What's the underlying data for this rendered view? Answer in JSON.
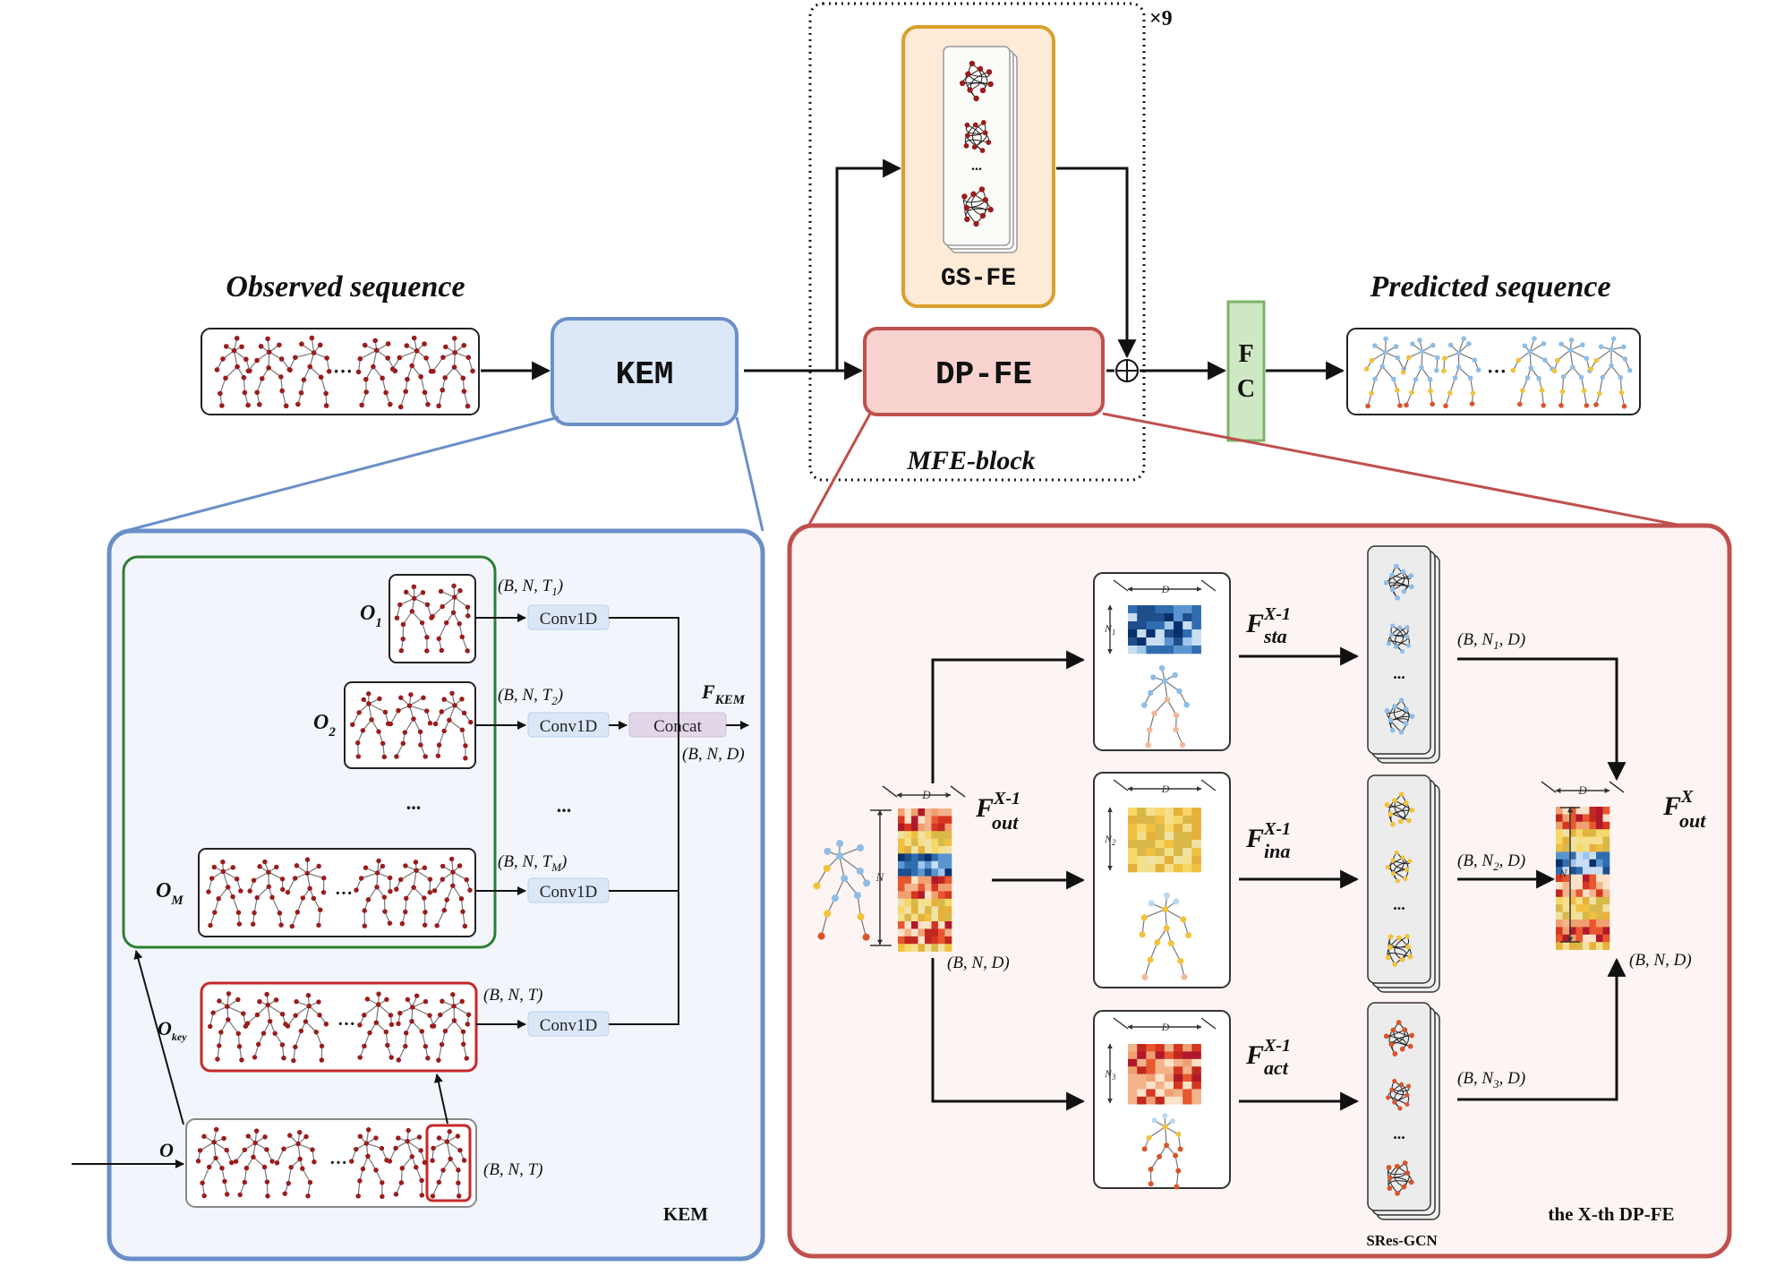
{
  "top": {
    "observed_title": "Observed sequence",
    "predicted_title": "Predicted sequence",
    "kem_label": "KEM",
    "dpfe_label": "DP-FE",
    "gsfe_label": "GS-FE",
    "fc_label_1": "F",
    "fc_label_2": "C",
    "mfe_label": "MFE-block",
    "repeat_label": "×9",
    "ellipsis": "···"
  },
  "kem": {
    "panel_label": "KEM",
    "o1": "O",
    "o1_sub": "1",
    "o2": "O",
    "o2_sub": "2",
    "om": "O",
    "om_sub": "M",
    "okey": "O",
    "okey_sub": "key",
    "o": "O",
    "shape_t1": "(B, N, T",
    "shape_t1_sub": "1",
    "shape_t2": "(B, N, T",
    "shape_t2_sub": "2",
    "shape_tm": "(B, N, T",
    "shape_tm_sub": "M",
    "shape_close": ")",
    "shape_t": "(B, N, T)",
    "shape_t_in": "(B, N, T)",
    "conv": "Conv1D",
    "concat": "Concat",
    "fkem": "F",
    "fkem_sub": "KEM",
    "fkem_shape": "(B, N, D)",
    "dots": "...",
    "ellipsis": "···"
  },
  "dpfe": {
    "panel_label": "the X-th DP-FE",
    "sres_label": "SRes-GCN",
    "F": "F",
    "sup_x1": "X-1",
    "sup_x": "X",
    "sub_out": "out",
    "sub_sta": "sta",
    "sub_ina": "ina",
    "sub_act": "act",
    "shape_in": "(B, N, D)",
    "shape_out": "(B, N, D)",
    "shape_n1": "(B, N",
    "shape_n1_sub": "1",
    "shape_n2": "(B, N",
    "shape_n2_sub": "2",
    "shape_n3": "(B, N",
    "shape_n3_sub": "3",
    "shape_close": ", D)",
    "d": "D",
    "n": "N",
    "n1": "N",
    "n1_sub": "1",
    "n2": "N",
    "n2_sub": "2",
    "n3": "N",
    "n3_sub": "3",
    "dots": "..."
  },
  "colors": {
    "kem_fill": "#dce8f8",
    "kem_stroke": "#6a8fc8",
    "dpfe_fill": "#f8d2cf",
    "dpfe_stroke": "#c0504d",
    "gsfe_fill": "#fdebd8",
    "gsfe_stroke": "#d9a02a",
    "fc_fill": "#cfe8c4",
    "fc_stroke": "#7cb46a",
    "kem_panel_fill": "#f2f6fc",
    "dpfe_panel_fill": "#fdf5f3",
    "green_frame": "#2e7d32",
    "red_frame": "#c62828",
    "conv_fill": "#dbe7f7",
    "concat_fill": "#e2d6e8",
    "joint_red": "#9b1c1c",
    "joint_blue": "#8fbde6",
    "joint_yellow": "#f2c23a",
    "joint_orange": "#d9542c"
  }
}
